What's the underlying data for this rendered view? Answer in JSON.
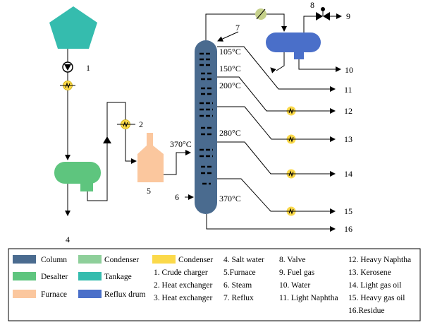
{
  "colors": {
    "column": "#4a6b8f",
    "condenser_green": "#8ecf9a",
    "condenser_yellow": "#fbd94a",
    "desalter": "#5ec57e",
    "tankage": "#35bcae",
    "furnace": "#fbc79e",
    "reflux_drum": "#4a6fc9",
    "valve_heat": "#c5d08a"
  },
  "diagram": {
    "stream_numbers": {
      "n1": "1",
      "n2": "2",
      "n4": "4",
      "n5": "5",
      "n6": "6",
      "n7": "7",
      "n8": "8",
      "n9": "9",
      "n10": "10",
      "n11": "11",
      "n12": "12",
      "n13": "13",
      "n14": "14",
      "n15": "15",
      "n16": "16"
    },
    "temperatures": {
      "t105": "105°C",
      "t150": "150°C",
      "t200": "200°C",
      "t280": "280°C",
      "t370_top": "370°C",
      "t370_bottom": "370°C"
    }
  },
  "legend": {
    "swatches": {
      "column": "Column",
      "condenser_green": "Condenser",
      "condenser_yellow": "Condenser",
      "desalter": "Desalter",
      "tankage": "Tankage",
      "furnace": "Furnace",
      "reflux_drum": "Reflux drum"
    },
    "items": {
      "i1": "1. Crude charger",
      "i2": "2. Heat exchanger",
      "i3": "3. Heat exchanger",
      "i4": "4. Salt water",
      "i5": "5.Furnace",
      "i6": "6. Steam",
      "i7": "7. Reflux",
      "i8": "8. Valve",
      "i9": "9. Fuel gas",
      "i10": "10. Water",
      "i11": "11. Light Naphtha",
      "i12": "12. Heavy Naphtha",
      "i13": "13. Kerosene",
      "i14": "14. Light gas oil",
      "i15": "15. Heavy gas oil",
      "i16": "16.Residue"
    }
  }
}
